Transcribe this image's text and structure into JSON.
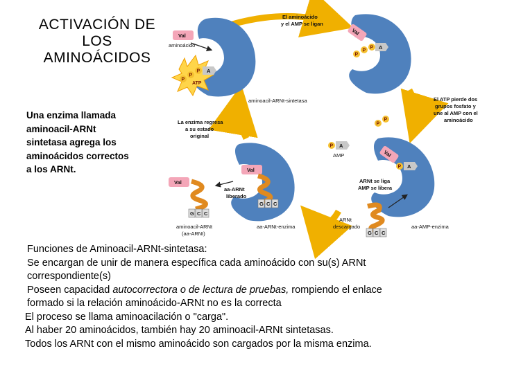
{
  "title": {
    "line1": "ACTIVACIÓN DE",
    "line2": "LOS",
    "line3": "AMINOÁCIDOS"
  },
  "intro": {
    "line1": "Una enzima llamada",
    "line2": "aminoacil-ARNt",
    "line3": "sintetasa agrega los",
    "line4": "aminoácidos correctos",
    "line5": "a los ARNt."
  },
  "diagram": {
    "val": "Val",
    "aminoacido": "aminoácido",
    "atp": "ATP",
    "p": "P",
    "a": "A",
    "ligan_1": "El aminoácido",
    "ligan_2": "y el AMP se ligan",
    "enzyme_label": "aminoacil-ARNt-sintetasa",
    "atp_pierde_1": "El ATP pierde dos",
    "atp_pierde_2": "grupos fosfato y",
    "atp_pierde_3": "une al AMP con el",
    "atp_pierde_4": "aminoácido",
    "regresa_1": "La enzima regresa",
    "regresa_2": "a su estado",
    "regresa_3": "original",
    "amp": "AMP",
    "se_liga_1": "ARNt se liga",
    "se_liga_2": "AMP se libera",
    "arnt_descargado_1": "ARNt",
    "arnt_descargado_2": "descargado",
    "aa_amp_enzima": "aa-AMP-enzima",
    "aa_arnt_liberado_1": "aa-ARNt",
    "aa_arnt_liberado_2": "liberado",
    "aa_arnt_enzima": "aa-ARNt-enzima",
    "aminoacil_arnt_1": "aminoacil-ARNt",
    "aminoacil_arnt_2": "(aa-ARNt)",
    "g": "G",
    "c": "C"
  },
  "bottom": {
    "funciones": "Funciones de Aminoacil-ARNt-sintetasa:",
    "encargan_1": "Se encargan de unir de manera específica cada aminoácido con su(s) ARNt",
    "encargan_2": "correspondiente(s)",
    "poseen_a": "Poseen capacidad ",
    "poseen_b": "autocorrectora o de lectura de pruebas,",
    "poseen_c": " rompiendo el enlace",
    "formado": "formado si la relación aminoácido-ARNt no es la correcta",
    "proceso": "El proceso se llama aminoacilación o \"carga\".",
    "haber": "Al haber 20 aminoácidos, también hay 20 aminoacil-ARNt sintetasas.",
    "todos": "Todos los ARNt con el mismo aminoácido son cargados por la misma enzima."
  },
  "colors": {
    "enzyme": "#4f81bd",
    "arrow": "#f0b000",
    "phosphate": "#f5c030",
    "helix": "#e08a20",
    "tag": "#f4a6b8"
  }
}
